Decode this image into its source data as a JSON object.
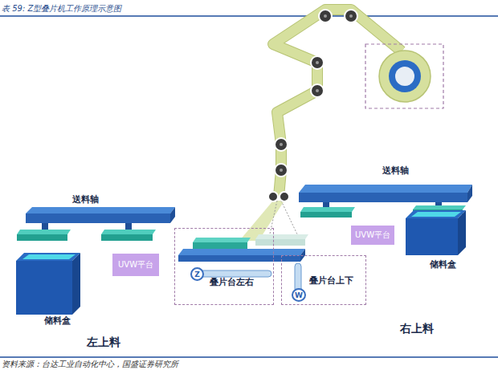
{
  "diagram": {
    "title": "表 59: Z型叠片机工作原理示意图",
    "caption": "资料来源：台达工业自动化中心，国盛证券研究所",
    "nodes": [
      {
        "text": [
          "送料轴"
        ]
      },
      {
        "text": [
          "送料轴"
        ]
      },
      {
        "text": [
          "UVW平台"
        ]
      },
      {
        "text": [
          "UVW平台"
        ]
      },
      {
        "text": [
          "叠片台左右"
        ]
      },
      {
        "text": [
          "Z"
        ],
        "in": 4
      },
      {
        "text": [
          "叠片台上下"
        ]
      },
      {
        "text": [
          "W"
        ],
        "in": 6
      },
      {
        "text": [
          "储料盒"
        ]
      },
      {
        "text": [
          "储料盒"
        ]
      }
    ],
    "labels": [
      "左上料",
      "右上料"
    ]
  }
}
